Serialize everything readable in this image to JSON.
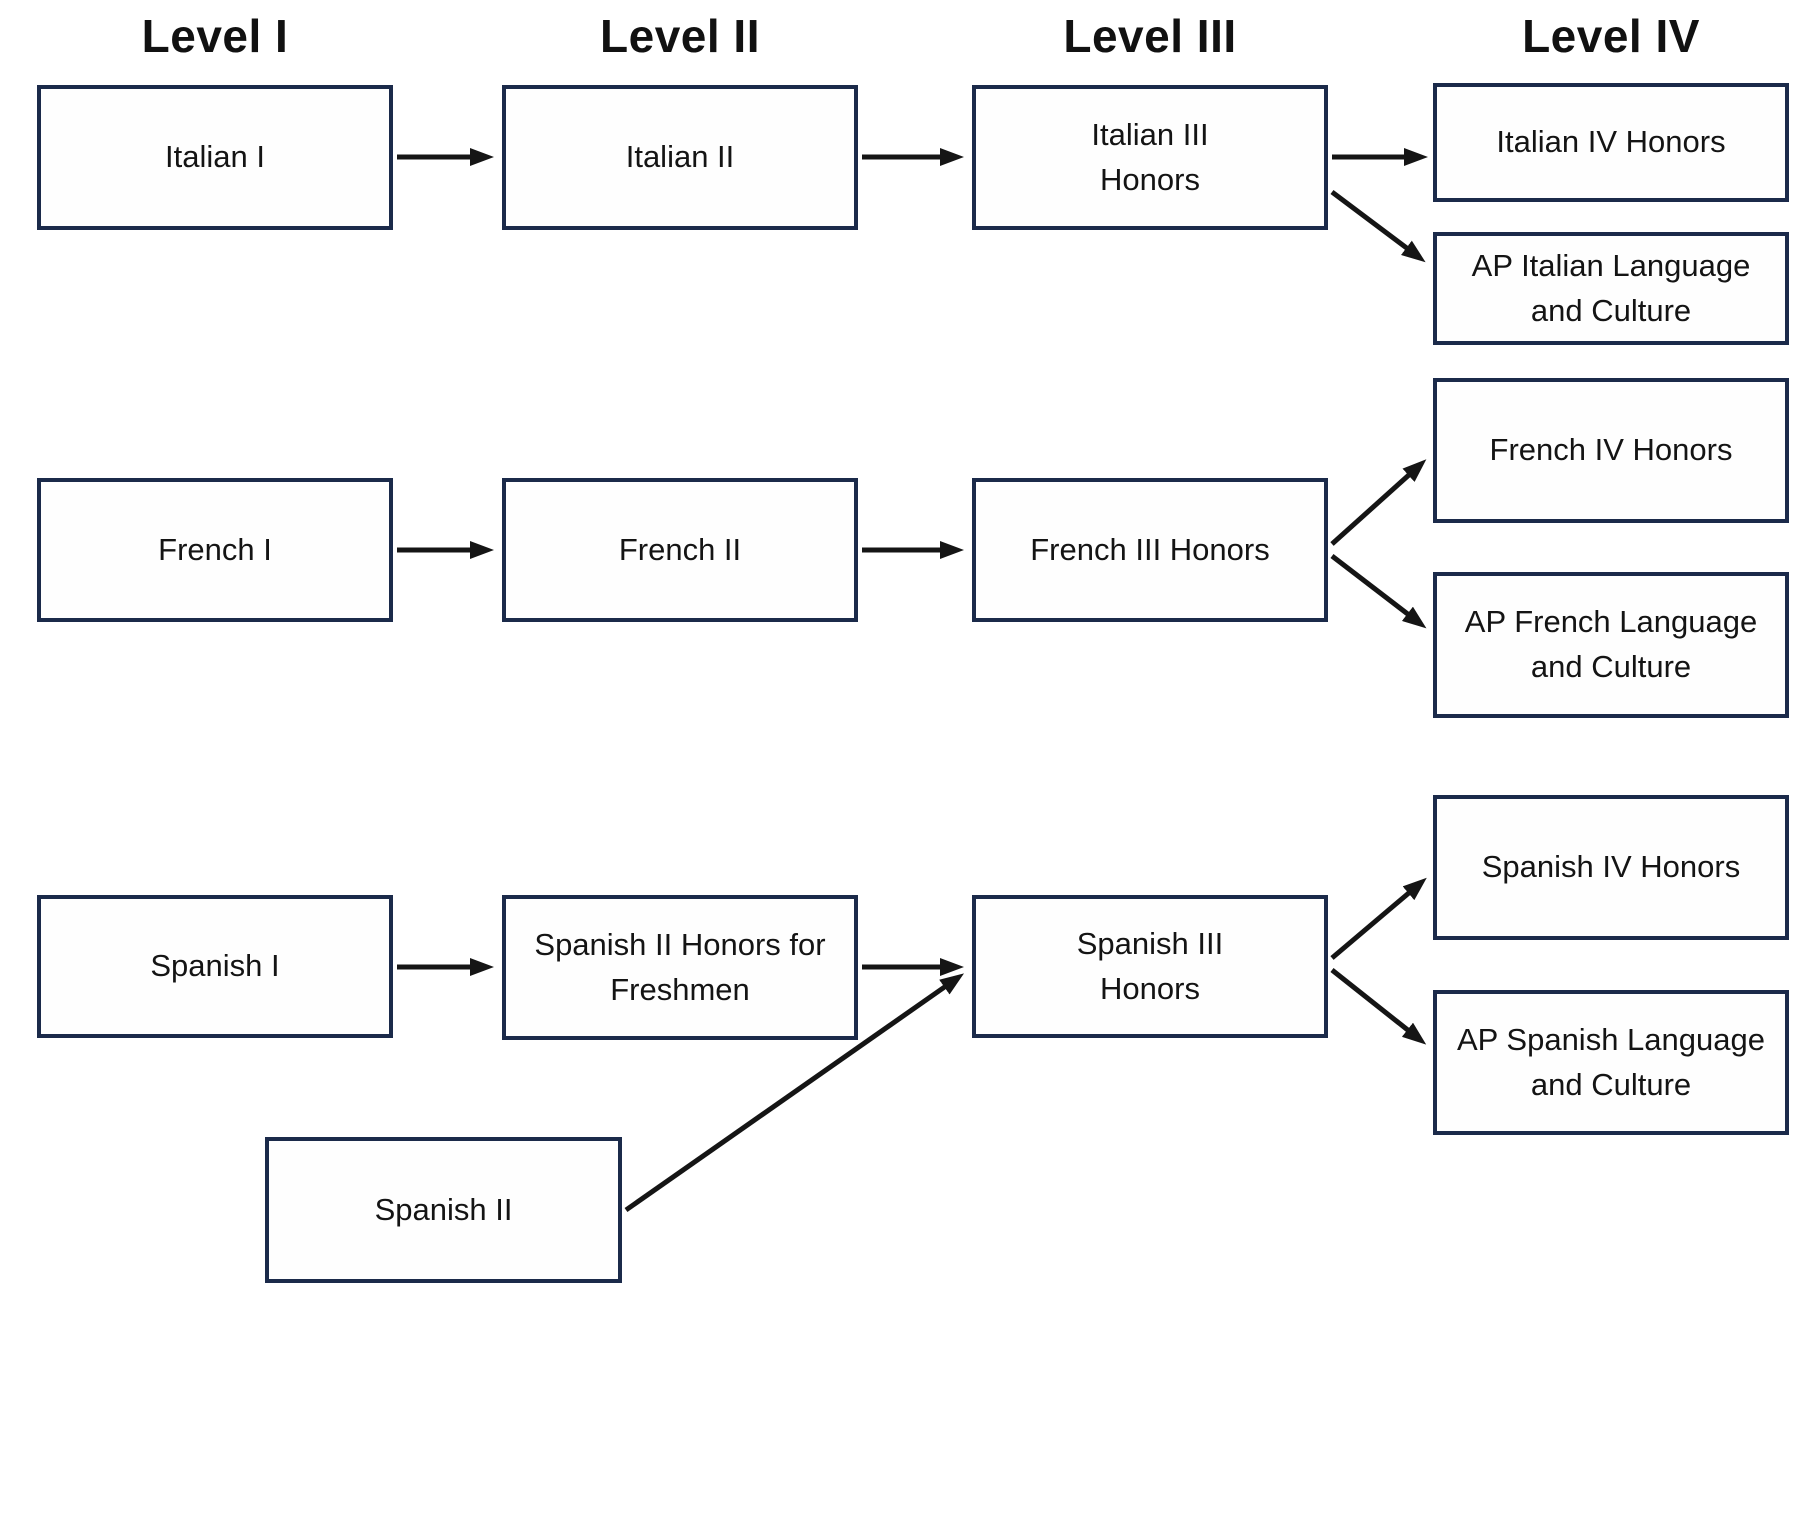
{
  "diagram": {
    "type": "flowchart",
    "description": "World language course progression by level",
    "columns": [
      {
        "label": "Level I"
      },
      {
        "label": "Level II"
      },
      {
        "label": "Level III"
      },
      {
        "label": "Level IV"
      }
    ],
    "nodes": [
      {
        "id": "italian-i",
        "level": "I",
        "label": "Italian I"
      },
      {
        "id": "italian-ii",
        "level": "II",
        "label": "Italian II"
      },
      {
        "id": "italian-iii-honors",
        "level": "III",
        "label": "Italian III\nHonors"
      },
      {
        "id": "italian-iv-honors",
        "level": "IV",
        "label": "Italian IV Honors"
      },
      {
        "id": "ap-italian",
        "level": "IV",
        "label": "AP Italian Language\nand Culture"
      },
      {
        "id": "french-i",
        "level": "I",
        "label": "French I"
      },
      {
        "id": "french-ii",
        "level": "II",
        "label": "French II"
      },
      {
        "id": "french-iii-honors",
        "level": "III",
        "label": "French III Honors"
      },
      {
        "id": "french-iv-honors",
        "level": "IV",
        "label": "French IV Honors"
      },
      {
        "id": "ap-french",
        "level": "IV",
        "label": "AP French Language\nand Culture"
      },
      {
        "id": "spanish-i",
        "level": "I",
        "label": "Spanish I"
      },
      {
        "id": "spanish-ii-honors-freshmen",
        "level": "II",
        "label": "Spanish II Honors for\nFreshmen"
      },
      {
        "id": "spanish-iii-honors",
        "level": "III",
        "label": "Spanish III\nHonors"
      },
      {
        "id": "spanish-iv-honors",
        "level": "IV",
        "label": "Spanish IV Honors"
      },
      {
        "id": "ap-spanish",
        "level": "IV",
        "label": "AP Spanish Language\nand Culture"
      },
      {
        "id": "spanish-ii",
        "level": "II",
        "label": "Spanish II"
      }
    ],
    "edges": [
      {
        "from": "italian-i",
        "to": "italian-ii"
      },
      {
        "from": "italian-ii",
        "to": "italian-iii-honors"
      },
      {
        "from": "italian-iii-honors",
        "to": "italian-iv-honors"
      },
      {
        "from": "italian-iii-honors",
        "to": "ap-italian"
      },
      {
        "from": "french-i",
        "to": "french-ii"
      },
      {
        "from": "french-ii",
        "to": "french-iii-honors"
      },
      {
        "from": "french-iii-honors",
        "to": "french-iv-honors"
      },
      {
        "from": "french-iii-honors",
        "to": "ap-french"
      },
      {
        "from": "spanish-i",
        "to": "spanish-ii-honors-freshmen"
      },
      {
        "from": "spanish-ii-honors-freshmen",
        "to": "spanish-iii-honors"
      },
      {
        "from": "spanish-ii",
        "to": "spanish-iii-honors"
      },
      {
        "from": "spanish-iii-honors",
        "to": "spanish-iv-honors"
      },
      {
        "from": "spanish-iii-honors",
        "to": "ap-spanish"
      }
    ]
  },
  "colors": {
    "background": "#ffffff",
    "box_fill": "#fefefe",
    "box_border": "#1b2a4a",
    "text": "#141414",
    "arrow": "#151515"
  }
}
